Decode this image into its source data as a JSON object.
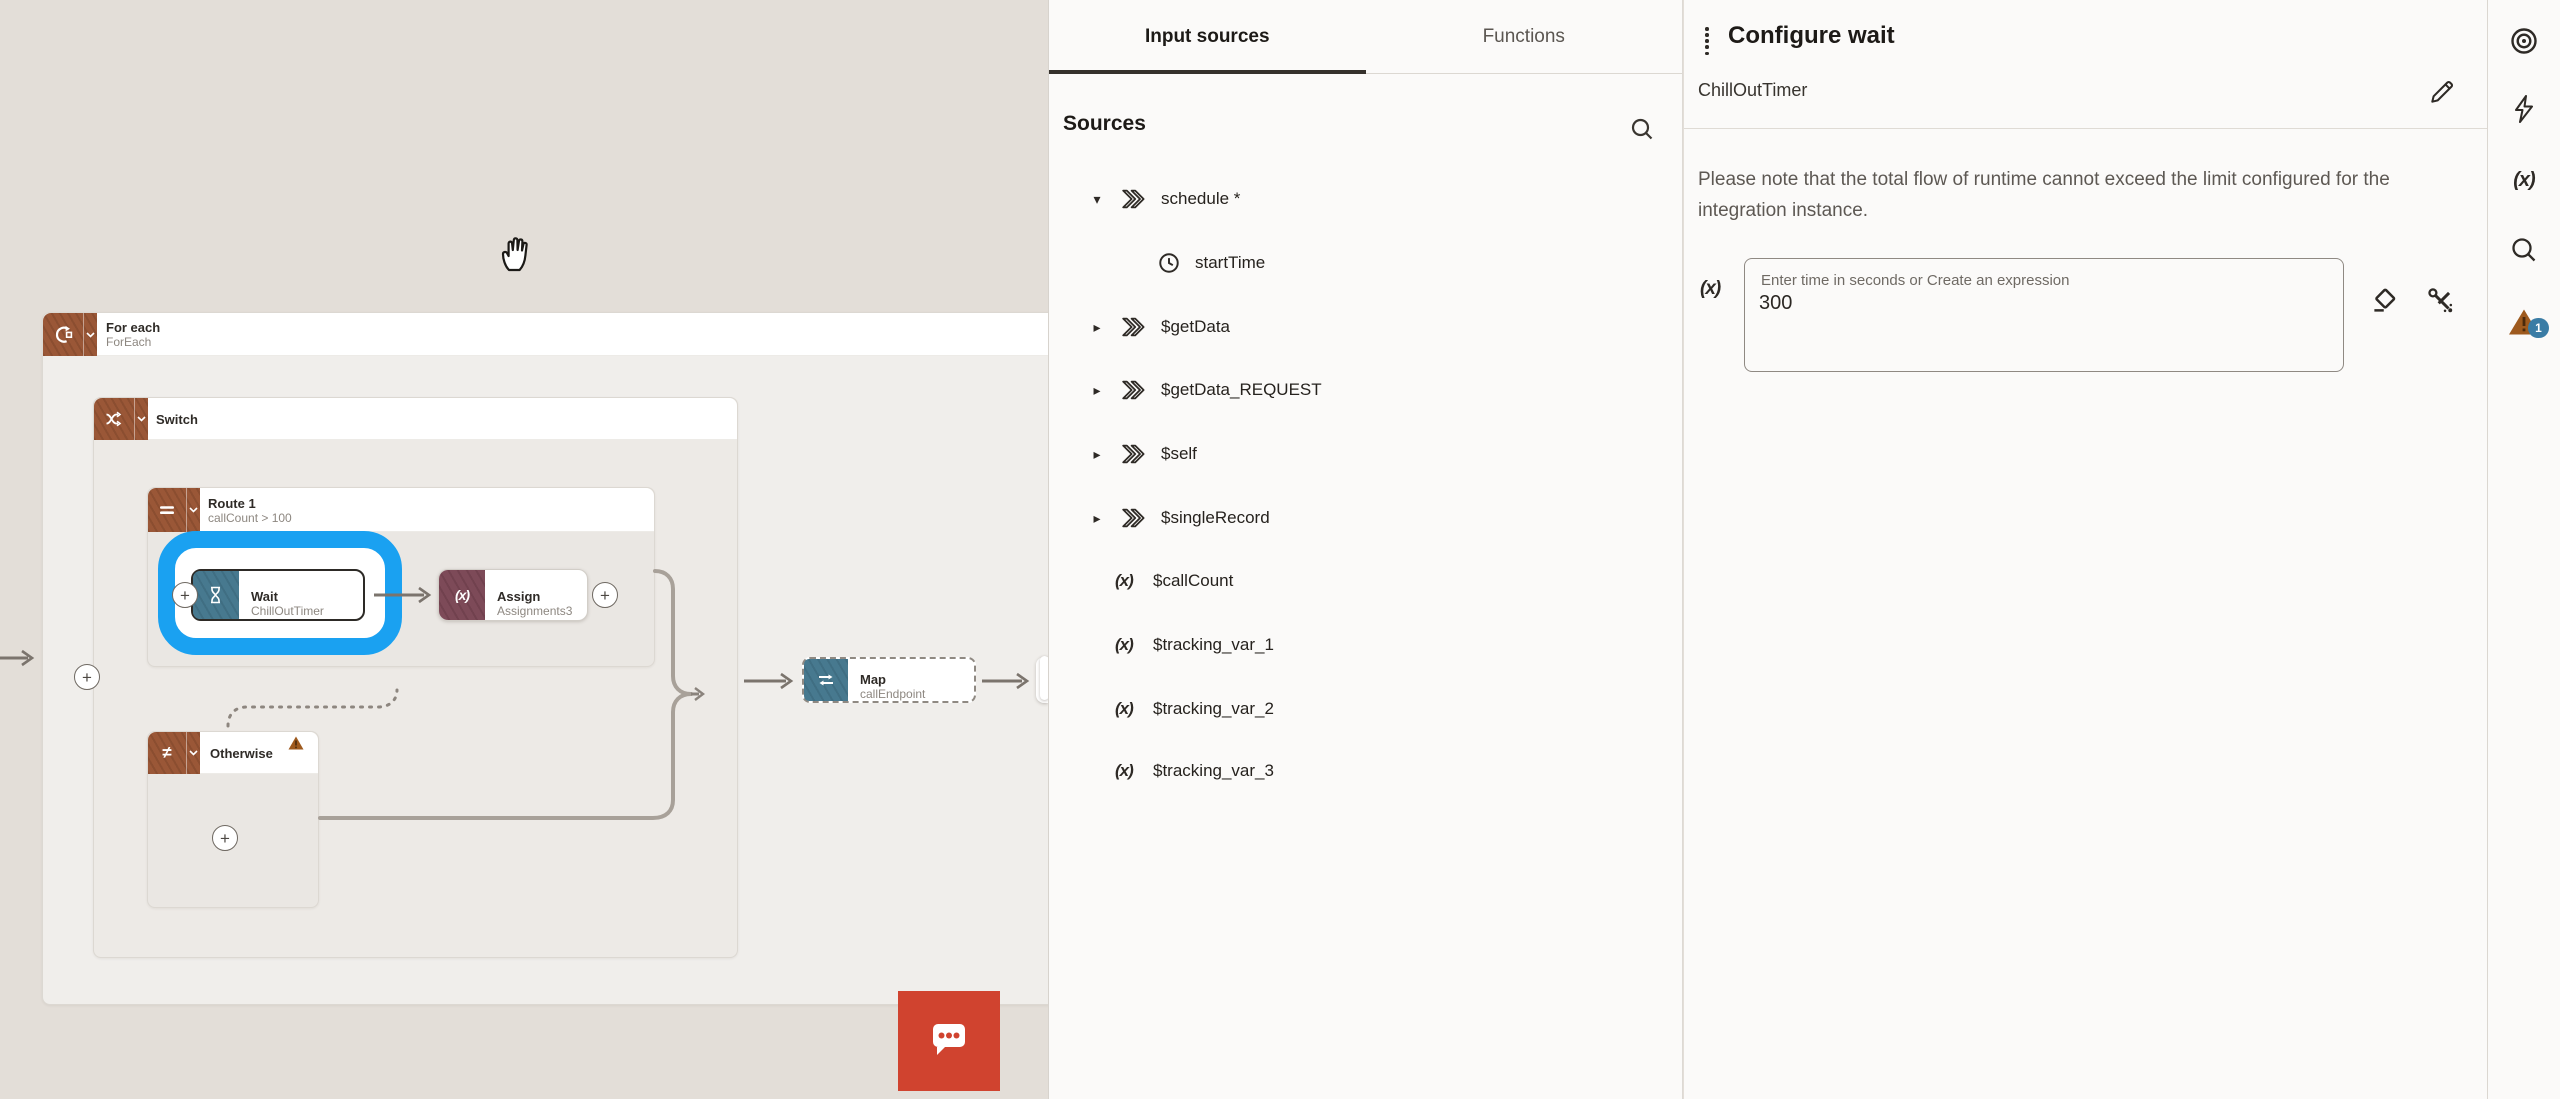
{
  "canvas": {
    "nodes": {
      "foreach": {
        "title": "For each",
        "subtitle": "ForEach"
      },
      "switch": {
        "title": "Switch"
      },
      "route1": {
        "title": "Route 1",
        "subtitle": "callCount > 100"
      },
      "wait": {
        "title": "Wait",
        "subtitle": "ChillOutTimer"
      },
      "assign": {
        "title": "Assign",
        "subtitle": "Assignments3"
      },
      "otherwise": {
        "title": "Otherwise"
      },
      "map": {
        "title": "Map",
        "subtitle": "callEndpoint"
      }
    },
    "plus_symbol": "+"
  },
  "sources": {
    "tabs": {
      "input_sources": "Input sources",
      "functions": "Functions"
    },
    "title": "Sources",
    "items": [
      {
        "label": "schedule *"
      },
      {
        "label": "startTime"
      },
      {
        "label": "$getData"
      },
      {
        "label": "$getData_REQUEST"
      },
      {
        "label": "$self"
      },
      {
        "label": "$singleRecord"
      },
      {
        "label": "$callCount"
      },
      {
        "label": "$tracking_var_1"
      },
      {
        "label": "$tracking_var_2"
      },
      {
        "label": "$tracking_var_3"
      }
    ],
    "var_icon": "(x)"
  },
  "configure": {
    "title": "Configure wait",
    "name": "ChillOutTimer",
    "note": "Please note that the total flow of runtime cannot exceed the limit configured for the integration instance.",
    "field_prefix": "(x)",
    "field_label": "Enter time in seconds or Create an expression",
    "field_value": "300"
  },
  "rail": {
    "var_icon": "(x)",
    "badge_count": "1"
  },
  "colors": {
    "accent-blue": "#1aa1f1",
    "brown": "#9a5737",
    "teal": "#47798f",
    "maroon": "#7d4a58",
    "chat-red": "#d0432f",
    "warning-orange": "#9e5a1e",
    "badge-blue": "#3a7ca5"
  }
}
